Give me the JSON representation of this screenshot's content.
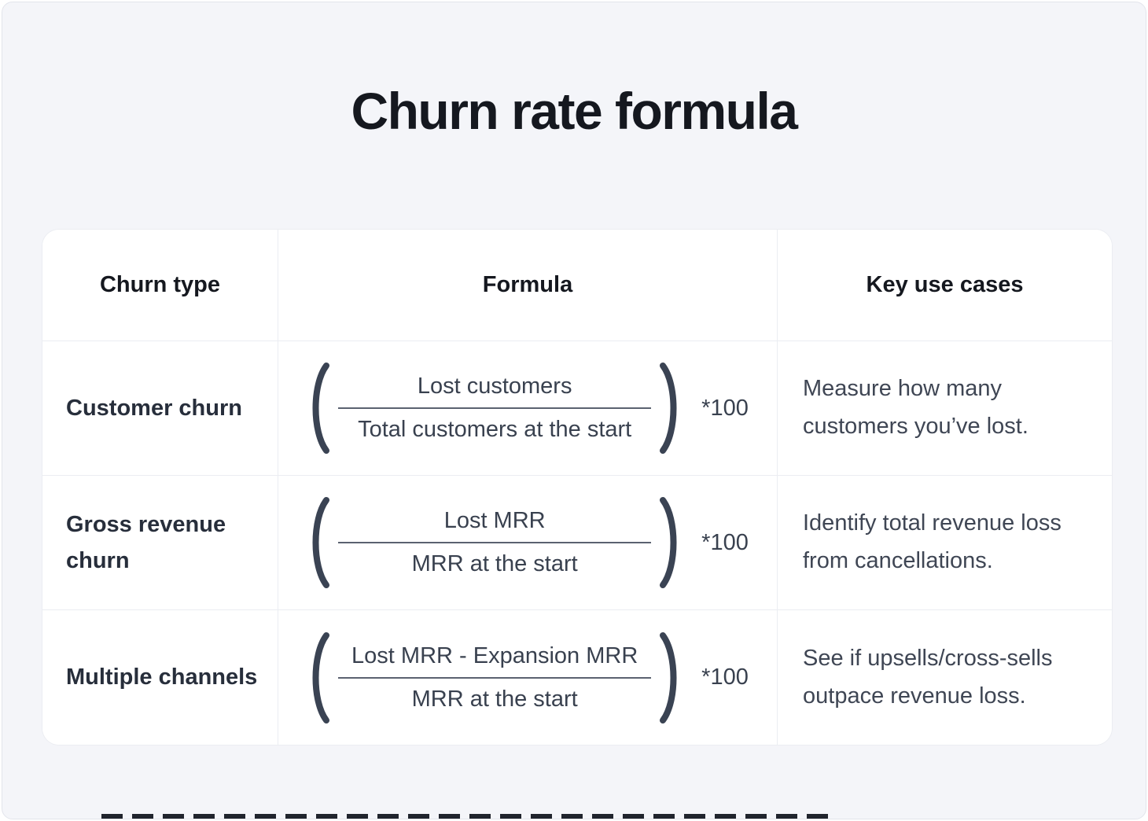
{
  "title": "Churn rate formula",
  "colors": {
    "background": "#f4f5f9",
    "title_text": "#15181f",
    "formula_text": "#39414f",
    "table_border": "#ebedf2"
  },
  "table": {
    "headers": [
      "Churn type",
      "Formula",
      "Key use cases"
    ],
    "rows": [
      {
        "churn_type": "Customer churn",
        "formula": {
          "numerator": "Lost customers",
          "denominator": "Total customers at the start",
          "multiplier": "*100"
        },
        "use_case": "Measure how many customers you’ve lost."
      },
      {
        "churn_type": "Gross revenue churn",
        "formula": {
          "numerator": "Lost MRR",
          "denominator": "MRR at the start",
          "multiplier": "*100"
        },
        "use_case": "Identify total revenue loss from cancellations."
      },
      {
        "churn_type": "Multiple channels",
        "formula": {
          "numerator": "Lost MRR - Expansion MRR",
          "denominator": "MRR at the start",
          "multiplier": "*100"
        },
        "use_case": "See if upsells/cross-sells outpace revenue loss."
      }
    ]
  }
}
